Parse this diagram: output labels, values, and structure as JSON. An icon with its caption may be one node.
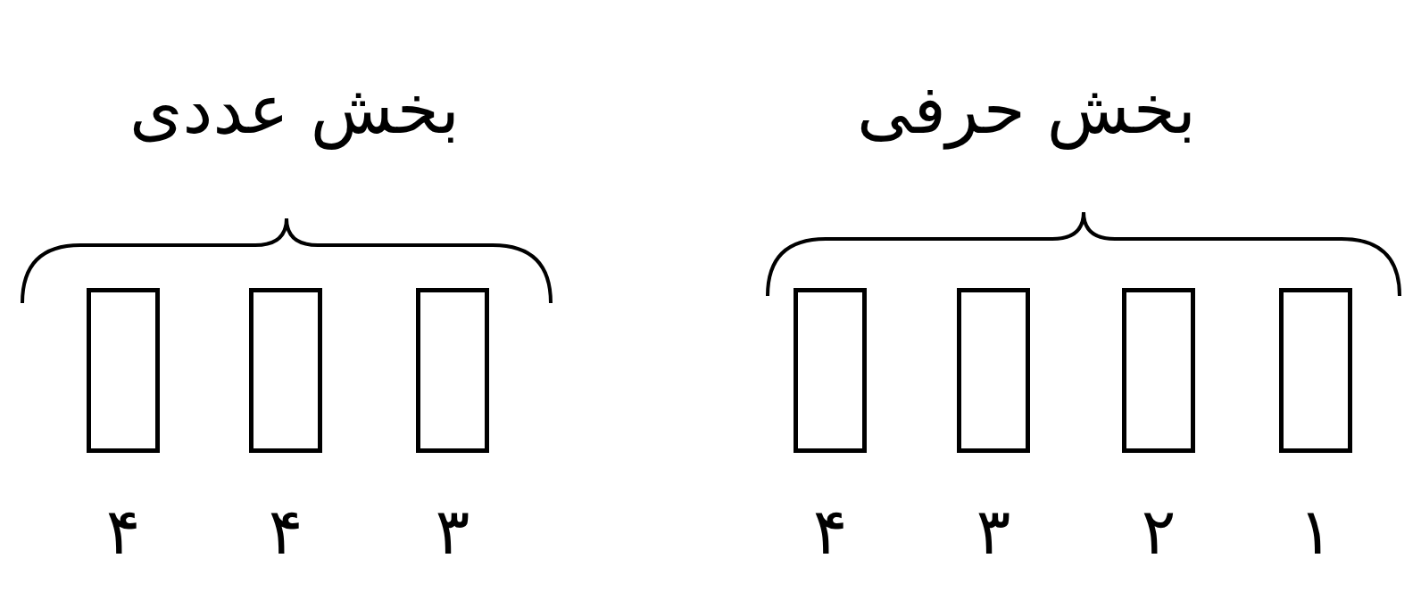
{
  "diagram": {
    "nodes": [
      {
        "text": [],
        "shape": "box",
        "beside": [
          "۴"
        ]
      },
      {
        "text": [],
        "shape": "box",
        "beside": [
          "۴"
        ]
      },
      {
        "text": [],
        "shape": "box",
        "beside": [
          "۳"
        ]
      },
      {
        "text": [],
        "shape": "box",
        "beside": [
          "۴"
        ]
      },
      {
        "text": [],
        "shape": "box",
        "beside": [
          "۳"
        ]
      },
      {
        "text": [],
        "shape": "box",
        "beside": [
          "۲"
        ]
      },
      {
        "text": [],
        "shape": "box",
        "beside": [
          "۱"
        ]
      }
    ],
    "labels": [
      "بخش حرفی",
      "بخش عددی"
    ]
  }
}
